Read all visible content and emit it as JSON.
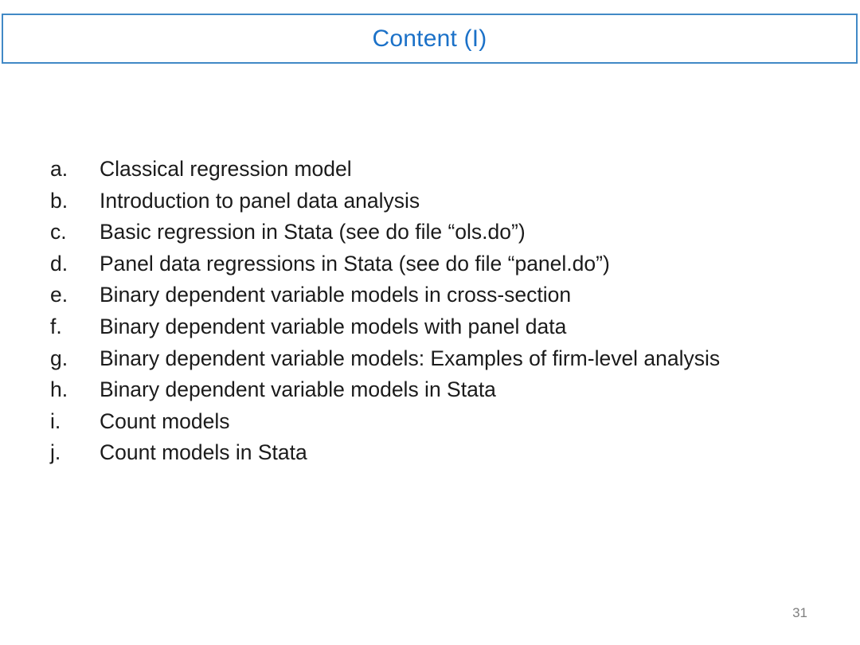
{
  "slide": {
    "title": "Content (I)",
    "page_number": "31",
    "items": [
      {
        "letter": "a.",
        "text": "Classical regression model"
      },
      {
        "letter": "b.",
        "text": "Introduction to panel data analysis"
      },
      {
        "letter": "c.",
        "text": "Basic regression in Stata (see do file “ols.do”)"
      },
      {
        "letter": "d.",
        "text": "Panel data regressions in Stata (see do file “panel.do”)"
      },
      {
        "letter": "e.",
        "text": "Binary dependent variable models in cross-section"
      },
      {
        "letter": "f.",
        "text": "Binary dependent variable models with panel data"
      },
      {
        "letter": "g.",
        "text": "Binary dependent variable models: Examples of firm-level analysis"
      },
      {
        "letter": "h.",
        "text": "Binary dependent variable models in Stata"
      },
      {
        "letter": "i.",
        "text": "Count models"
      },
      {
        "letter": "j.",
        "text": "Count models in Stata"
      }
    ]
  },
  "colors": {
    "accent_border": "#4189C6",
    "title_text": "#1B71C8",
    "body_text": "#1B1B1B",
    "page_number_text": "#7F7F7F"
  }
}
